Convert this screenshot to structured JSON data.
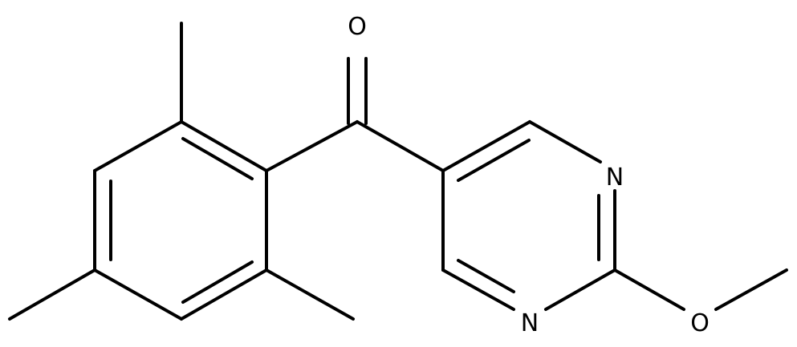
{
  "molecule": {
    "atoms": {
      "carbonyl_oxygen": "O",
      "ring_nitrogen_top": "N",
      "ring_nitrogen_bottom": "N",
      "ether_oxygen": "O"
    }
  }
}
